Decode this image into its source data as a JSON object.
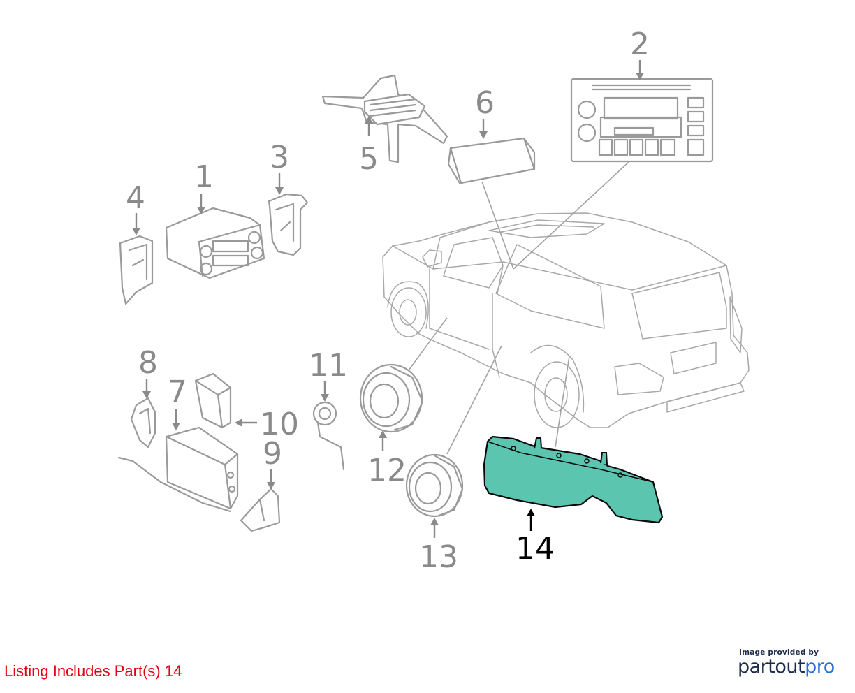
{
  "diagram": {
    "callouts": [
      {
        "id": "1",
        "label": "1"
      },
      {
        "id": "2",
        "label": "2"
      },
      {
        "id": "3",
        "label": "3"
      },
      {
        "id": "4",
        "label": "4"
      },
      {
        "id": "5",
        "label": "5"
      },
      {
        "id": "6",
        "label": "6"
      },
      {
        "id": "7",
        "label": "7"
      },
      {
        "id": "8",
        "label": "8"
      },
      {
        "id": "9",
        "label": "9"
      },
      {
        "id": "10",
        "label": "10"
      },
      {
        "id": "11",
        "label": "11"
      },
      {
        "id": "12",
        "label": "12"
      },
      {
        "id": "13",
        "label": "13"
      },
      {
        "id": "14",
        "label": "14"
      }
    ],
    "highlighted_part": "14",
    "highlight_color": "#5cc5b0",
    "callout_color": "#8a8a8a"
  },
  "footer": {
    "listing_text": "Listing Includes Part(s) 14",
    "listing_color": "#e3000f"
  },
  "credit": {
    "provided_by": "Image provided by",
    "brand_part1": "partout",
    "brand_part2": "pro"
  }
}
